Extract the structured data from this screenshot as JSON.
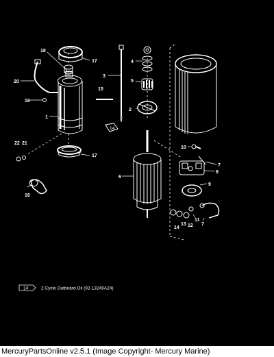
{
  "diagram": {
    "callouts": {
      "c1": "1",
      "c2": "2",
      "c3": "3",
      "c4": "4",
      "c5": "5",
      "c6": "6",
      "c7a": "7",
      "c7b": "7",
      "c8": "8",
      "c9": "9",
      "c10": "10",
      "c11": "11",
      "c12": "12",
      "c13": "13",
      "c14": "14",
      "c15": "15",
      "c16": "16",
      "c17a": "17",
      "c17b": "17",
      "c18": "18",
      "c19": "19",
      "c20": "20",
      "c21": "21",
      "c22": "22"
    },
    "tag_label": "14",
    "legend": {
      "tag": "14",
      "text": "2 Cycle Outboard Oil (92-13249A24)"
    }
  },
  "footer": {
    "text": "MercuryPartsOnline v2.5.1 (Image Copyright- Mercury Marine)"
  }
}
